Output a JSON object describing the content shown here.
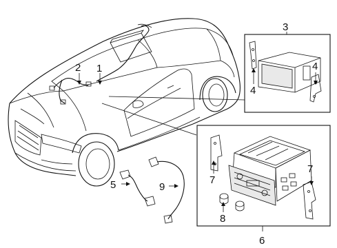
{
  "diagram": {
    "callouts": [
      {
        "id": "1",
        "text": "1"
      },
      {
        "id": "2",
        "text": "2"
      },
      {
        "id": "3",
        "text": "3"
      },
      {
        "id": "4a",
        "text": "4"
      },
      {
        "id": "4b",
        "text": "4"
      },
      {
        "id": "5",
        "text": "5"
      },
      {
        "id": "6",
        "text": "6"
      },
      {
        "id": "7a",
        "text": "7"
      },
      {
        "id": "7b",
        "text": "7"
      },
      {
        "id": "8",
        "text": "8"
      },
      {
        "id": "9",
        "text": "9"
      }
    ]
  }
}
